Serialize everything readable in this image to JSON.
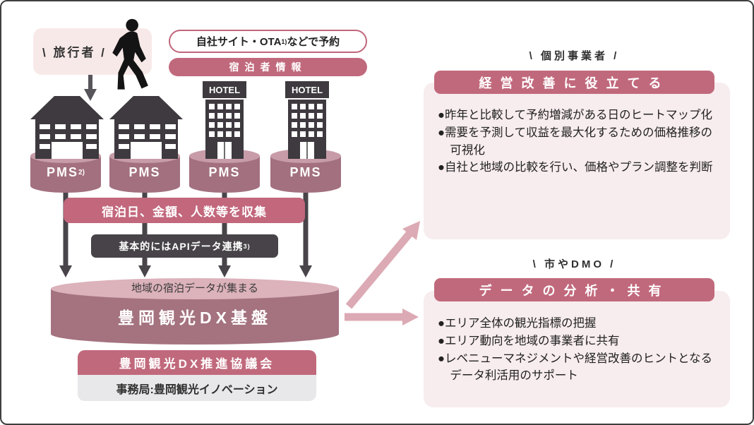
{
  "accent_colors": {
    "rose": "#c1697c",
    "rose_banner": "#c2677c",
    "panel_pink": "#f7ecee",
    "traveler_pink": "#f8e9e9",
    "cylinder_body": "#a3707f",
    "cylinder_top": "#c79ca8",
    "big_cylinder_body": "#a4737f",
    "big_cylinder_top": "#dcb2bb",
    "dark_gray": "#3e3a3f",
    "api_gray": "#474348",
    "secretariat_gray": "#e8e7ea",
    "pink_arrow": "#dcaab4"
  },
  "left": {
    "traveler_label": "\\ 旅行者 /",
    "reservation": {
      "pre": "自社サイト・OTA",
      "sup": "1)",
      "post": "などで予約"
    },
    "guest_banner": "宿泊者情報",
    "hotel_sign": "HOTEL",
    "pms": [
      {
        "label": "PMS",
        "sup": "2)"
      },
      {
        "label": "PMS",
        "sup": ""
      },
      {
        "label": "PMS",
        "sup": ""
      },
      {
        "label": "PMS",
        "sup": ""
      }
    ],
    "collect_banner": "宿泊日、金額、人数等を収集",
    "api_note": {
      "text": "基本的にはAPIデータ連携",
      "sup": "3)"
    },
    "big_cylinder": {
      "top_label": "地域の宿泊データが集まる",
      "title": "豊岡観光DX基盤"
    },
    "council": {
      "header": "豊岡観光DX推進協議会",
      "secretariat": "事務局:豊岡観光イノベーション"
    }
  },
  "right": {
    "sections": [
      {
        "audience": "\\ 個別事業者 /",
        "header": "経営改善に役立てる",
        "bullets": [
          "●昨年と比較して予約増減がある日のヒートマップ化",
          "●需要を予測して収益を最大化するための価格推移の可視化",
          "●自社と地域の比較を行い、価格やプラン調整を判断"
        ]
      },
      {
        "audience": "\\ 市やDMO /",
        "header": "データの分析・共有",
        "bullets": [
          "●エリア全体の観光指標の把握",
          "●エリア動向を地域の事業者に共有",
          "●レベニューマネジメントや経営改善のヒントとなるデータ利活用のサポート"
        ]
      }
    ]
  }
}
